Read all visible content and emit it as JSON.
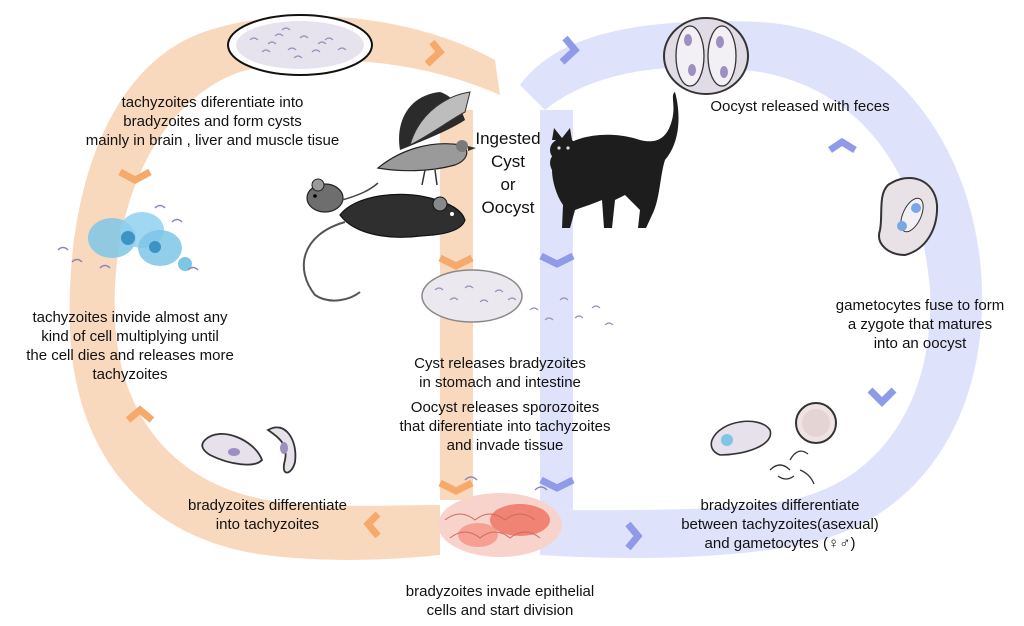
{
  "labels": {
    "tachy_to_brady": "tachyzoites diferentiate into\nbradyzoites and form cysts\nmainly in brain , liver and muscle tisue",
    "tachy_invade": "tachyzoites invide almost any\nkind of cell multiplying until\nthe cell dies and releases more\ntachyzoites",
    "brady_to_tachy": "bradyzoites differentiate\ninto tachyzoites",
    "invade_epithelial": "bradyzoites invade epithelial\ncells and start division",
    "cyst_releases": "Cyst releases bradyzoites\nin stomach and intestine",
    "oocyst_releases": "Oocyst releases sporozoites\nthat diferentiate into tachyzoites\nand invade tissue",
    "ingested": "Ingested\nCyst\nor\nOocyst",
    "oocyst_feces": "Oocyst released with feces",
    "gametocytes_fuse": "gametocytes fuse to form\na zygote that matures\ninto an oocyst",
    "brady_gametocytes": "bradyzoites differentiate\nbetween tachyzoites(asexual)\nand gametocytes (♀♂)"
  },
  "colors": {
    "asexual_loop": "#f9d9bd",
    "asexual_chevron": "#f5a96a",
    "sexual_loop": "#dfe2fb",
    "sexual_chevron": "#8f9be8",
    "cell_blue": "#7ec6e6",
    "epithelium": "#ee6f5c"
  },
  "icons": [
    "cyst-icon",
    "bird-icon",
    "mouse-icon",
    "rat-icon",
    "cat-icon",
    "oocyst-icon",
    "sporocyst-icon",
    "zygote-icon",
    "tachyzoite-cells-icon",
    "bradyzoite-icon",
    "epithelium-icon"
  ]
}
